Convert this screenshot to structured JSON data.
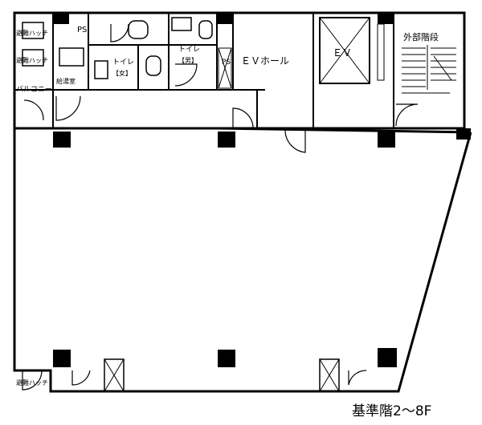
{
  "floor_plan": {
    "caption": "基準階2～8F",
    "rooms": {
      "evacuation_hatch_1": "避難ハッチ",
      "evacuation_hatch_2": "避難ハッチ",
      "evacuation_hatch_3": "避難ハッチ",
      "kitchenette": "給湯室",
      "balcony": "バルコニー",
      "pipe_shaft_1": "PS",
      "pipe_shaft_2": "PS",
      "toilet_female": "トイレ",
      "toilet_female_tag": "【女】",
      "toilet_male": "トイレ",
      "toilet_male_tag": "【男】",
      "ev_hall": "ＥＶホール",
      "elevator": "ＥＶ",
      "external_stairs": "外部階段"
    },
    "icons": [
      "door-swing-icon",
      "toilet-icon",
      "sink-icon",
      "elevator-icon",
      "stairs-icon",
      "column-icon"
    ]
  }
}
